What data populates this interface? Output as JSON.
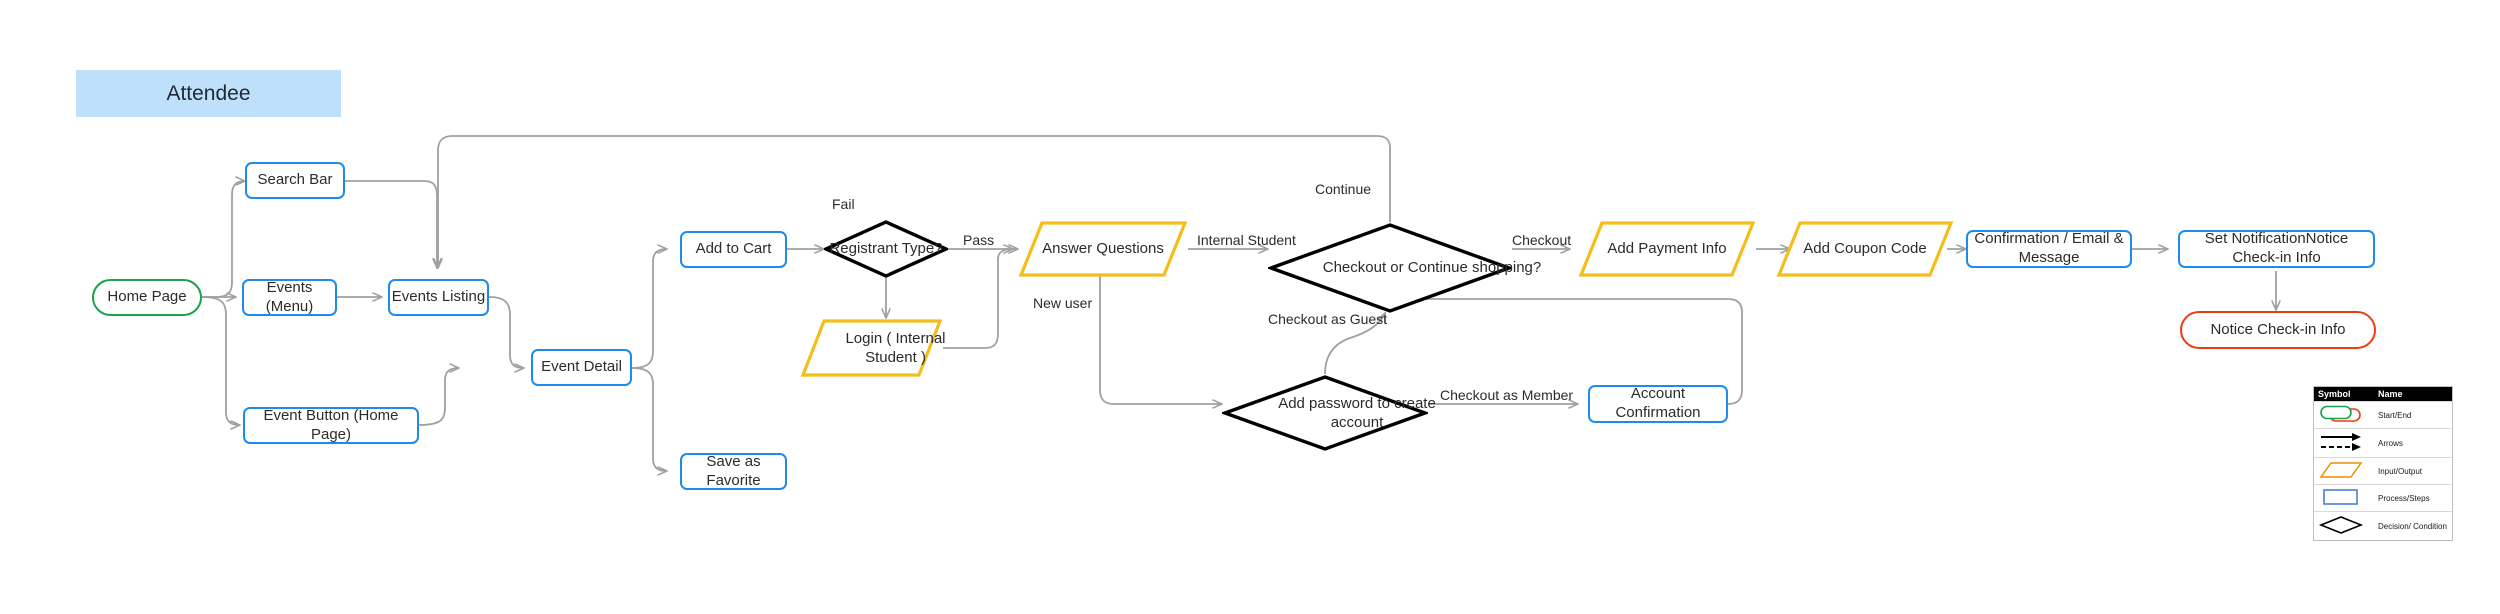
{
  "diagram": {
    "title": "Attendee",
    "nodes": {
      "home_page": "Home Page",
      "search_bar": "Search Bar",
      "events_menu": "Events (Menu)",
      "events_listing": "Events Listing",
      "event_button_home": "Event Button (Home Page)",
      "event_detail": "Event Detail",
      "add_to_cart": "Add to Cart",
      "save_as_favorite": "Save as Favorite",
      "registrant_type": "Registrant Type?",
      "login_internal_student": "Login ( Internal Student )",
      "answer_questions": "Answer Questions",
      "checkout_or_continue": "Checkout or Continue shopping?",
      "add_password": "Add password to create account",
      "account_confirmation": "Account Confirmation",
      "add_payment_info": "Add Payment Info",
      "add_coupon_code": "Add Coupon Code",
      "confirmation_email": "Confirmation / Email & Message",
      "set_notification": "Set NotificationNotice Check-in Info",
      "notice_checkin": "Notice Check-in Info"
    },
    "edge_labels": {
      "fail": "Fail",
      "pass": "Pass",
      "internal_student": "Internal Student",
      "new_user": "New user",
      "continue": "Continue",
      "checkout": "Checkout",
      "checkout_as_guest": "Checkout as Guest",
      "checkout_as_member": "Checkout as Member"
    },
    "colors": {
      "process_blue": "#1a8cf0",
      "start_green": "#16a34a",
      "end_red": "#ef3b11",
      "io_yellow": "#f5bd1a",
      "decision_black": "#000000",
      "arrow_gray": "#a0a0a0",
      "title_band": "#bfe0fb"
    }
  },
  "legend": {
    "headers": [
      "Symbol",
      "Name"
    ],
    "rows": [
      {
        "symbol": "rounded-rect-green-red",
        "name": "Start/End"
      },
      {
        "symbol": "solid-and-dashed-arrow",
        "name": "Arrows"
      },
      {
        "symbol": "parallelogram-orange",
        "name": "Input/Output"
      },
      {
        "symbol": "rectangle-blue",
        "name": "Process/Steps"
      },
      {
        "symbol": "diamond-black",
        "name": "Decision/ Condition"
      }
    ]
  }
}
